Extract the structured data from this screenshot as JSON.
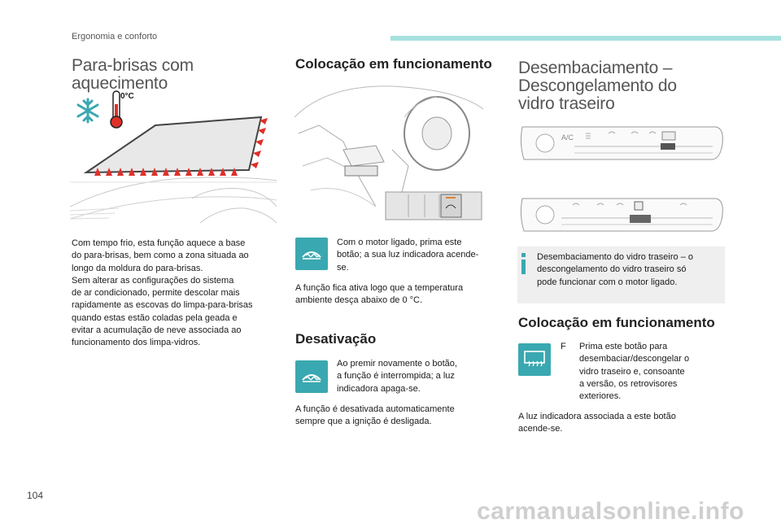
{
  "header": {
    "section_label": "Ergonomia e conforto"
  },
  "col1": {
    "title": "Para-brisas com aquecimento",
    "paragraphs": [
      "Com tempo frio, esta função aquece a base",
      "do para-brisas, bem como a zona situada ao",
      "longo da moldura do para-brisas.",
      "Sem alterar as configurações do sistema",
      "de ar condicionado, permite descolar mais",
      "rapidamente as escovas do limpa-para-brisas",
      "quando estas estão coladas pela geada e",
      "evitar a acumulação de neve associada ao",
      "funcionamento dos limpa-vidros."
    ],
    "temp_label": "0°C"
  },
  "col2": {
    "title": "Colocação em funcionamento",
    "step1_lines": [
      "Com o motor ligado, prima este",
      "botão; a sua luz indicadora acende-",
      "se."
    ],
    "note1_lines": [
      "A função fica ativa logo que a temperatura",
      "ambiente desça abaixo de 0 °C."
    ],
    "deact_title": "Desativação",
    "step2_lines": [
      "Ao premir novamente o botão,",
      "a função é interrompida; a luz",
      "indicadora apaga-se."
    ],
    "note2_lines": [
      "A função é desativada automaticamente",
      "sempre que a ignição é desligada."
    ]
  },
  "col3": {
    "title_lines": [
      "Desembaciamento –",
      "Descongelamento do",
      "vidro traseiro"
    ],
    "panel_label": "A/C",
    "info_lines": [
      "Desembaciamento do vidro traseiro – o",
      "descongelamento do vidro traseiro só",
      "pode funcionar com o motor ligado."
    ],
    "sub_title": "Colocação em funcionamento",
    "step_bullet": "F",
    "step_lines": [
      "Prima este botão para",
      "desembaciar/descongelar o",
      "vidro traseiro e, consoante",
      "a versão, os retrovisores",
      "exteriores."
    ],
    "note_lines": [
      "A luz indicadora associada a este botão",
      "acende-se."
    ]
  },
  "footer": {
    "page_number": "104",
    "watermark": "carmanualsonline.info"
  },
  "colors": {
    "accent": "#3aa8b0",
    "header_bar": "#a6e2de",
    "info_bg": "#efefef",
    "heat_red": "#e0302a"
  }
}
